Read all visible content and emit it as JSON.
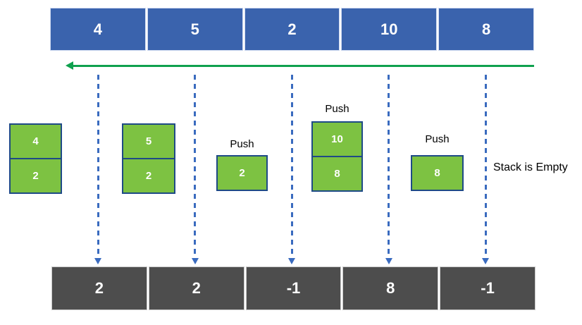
{
  "input_array": {
    "values": [
      "4",
      "5",
      "2",
      "10",
      "8"
    ]
  },
  "result_array": {
    "values": [
      "2",
      "2",
      "-1",
      "8",
      "-1"
    ]
  },
  "stacks": [
    {
      "push_label": "",
      "items": [
        "4",
        "2"
      ]
    },
    {
      "push_label": "",
      "items": [
        "5",
        "2"
      ]
    },
    {
      "push_label": "Push",
      "items": [
        "2"
      ]
    },
    {
      "push_label": "Push",
      "items": [
        "10",
        "8"
      ]
    },
    {
      "push_label": "Push",
      "items": [
        "8"
      ]
    }
  ],
  "empty_note": "Stack is Empty",
  "icons": {
    "traversal_arrow": "left-arrow",
    "flow_arrows": "down-arrow-dashed"
  },
  "colors": {
    "array_blue": "#3A63AD",
    "array_gray": "#4D4D4D",
    "stack_green": "#7DC242",
    "stack_border": "#1E4A86",
    "traversal_green": "#0FA14E",
    "dashed_blue": "#3A6BBF"
  }
}
